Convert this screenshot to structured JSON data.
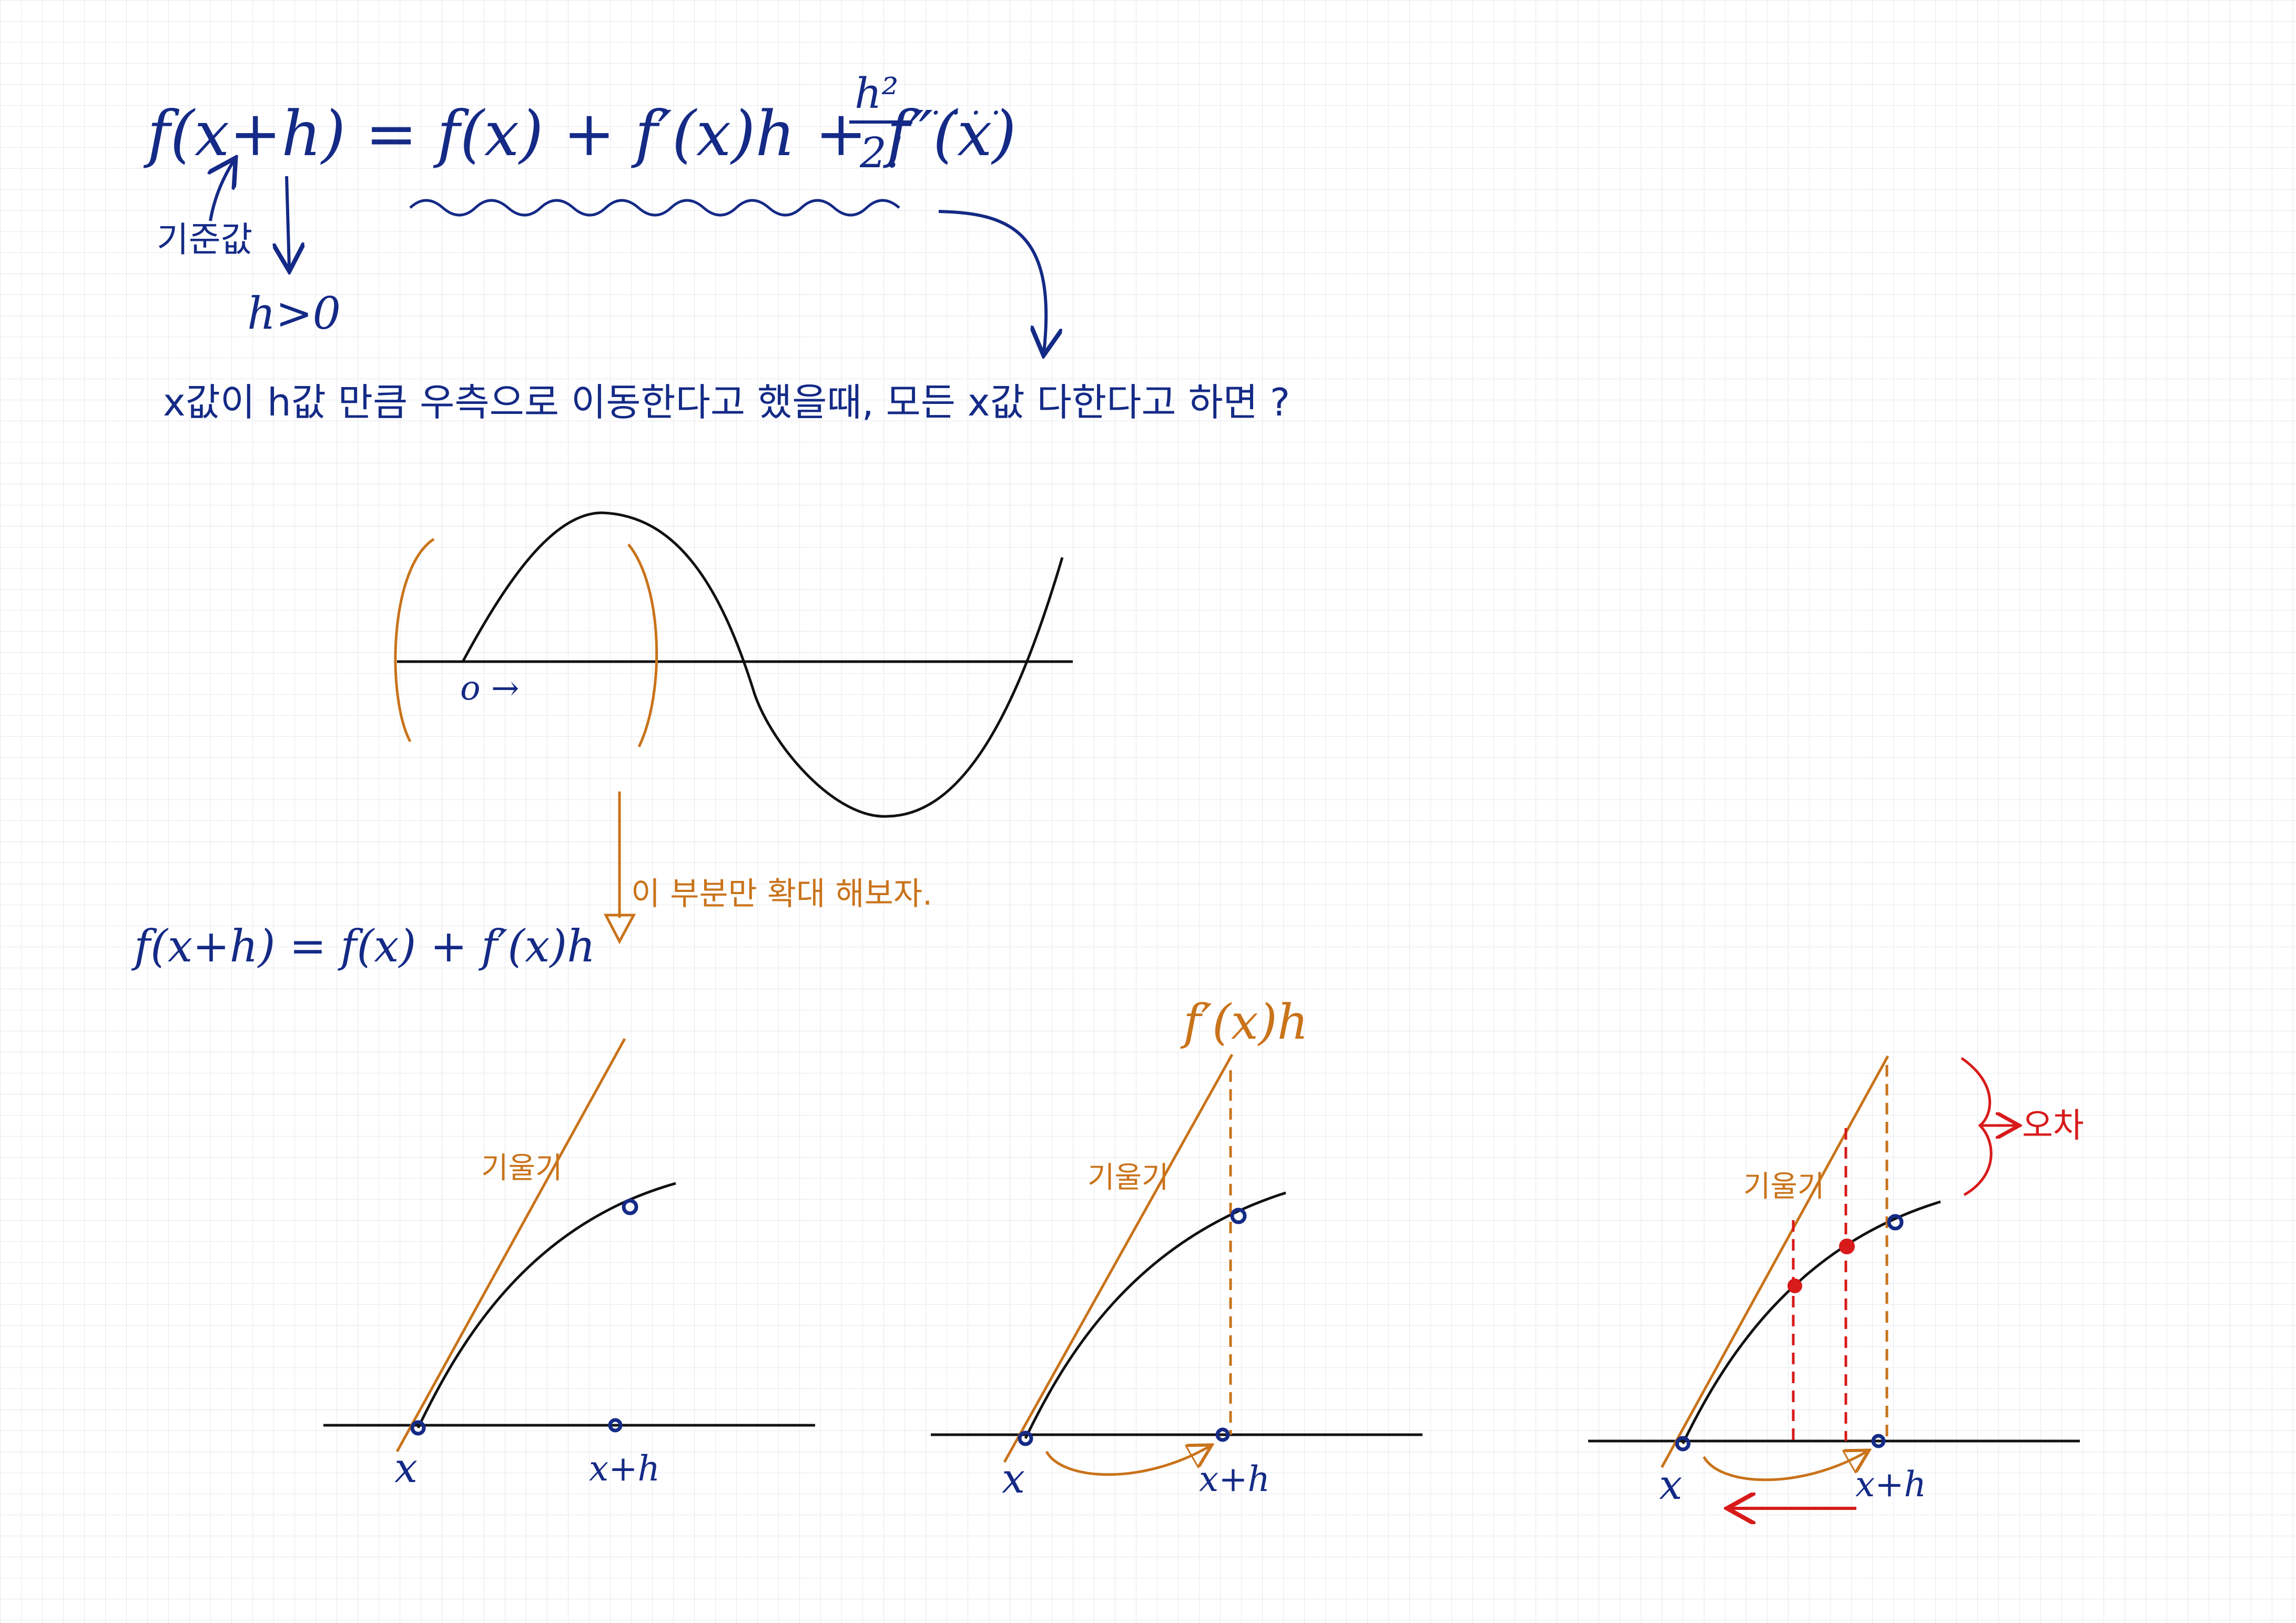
{
  "top": {
    "formula_main": "f(x+h) = f(x) + f′(x)h + f″(x)",
    "fraction_num": "h²",
    "fraction_den": "2!",
    "ellipsis": "· · · ·",
    "base_label": "기준값",
    "h_condition": "h>0",
    "question": "x값이 h값 만큼 우측으로 이동한다고 했을때, 모든 x값 다한다고 하면 ?"
  },
  "sine_graph": {
    "origin_label": "o →"
  },
  "zoom_note": "이 부분만 확대 해보자.",
  "approx_formula": "f(x+h) = f(x) + f′(x)h",
  "panels": [
    {
      "slope_label": "기울기",
      "x_label": "x",
      "xh_label": "x+h"
    },
    {
      "slope_label": "기울기",
      "x_label": "x",
      "xh_label": "x+h",
      "height_label": "f′(x)h"
    },
    {
      "slope_label": "기울기",
      "x_label": "x",
      "xh_label": "x+h",
      "error_label": "오차"
    }
  ],
  "colors": {
    "navy": "#142a86",
    "orange": "#c9731a",
    "red": "#d81a1a",
    "black": "#111111",
    "grid": "#e6e8ee"
  }
}
